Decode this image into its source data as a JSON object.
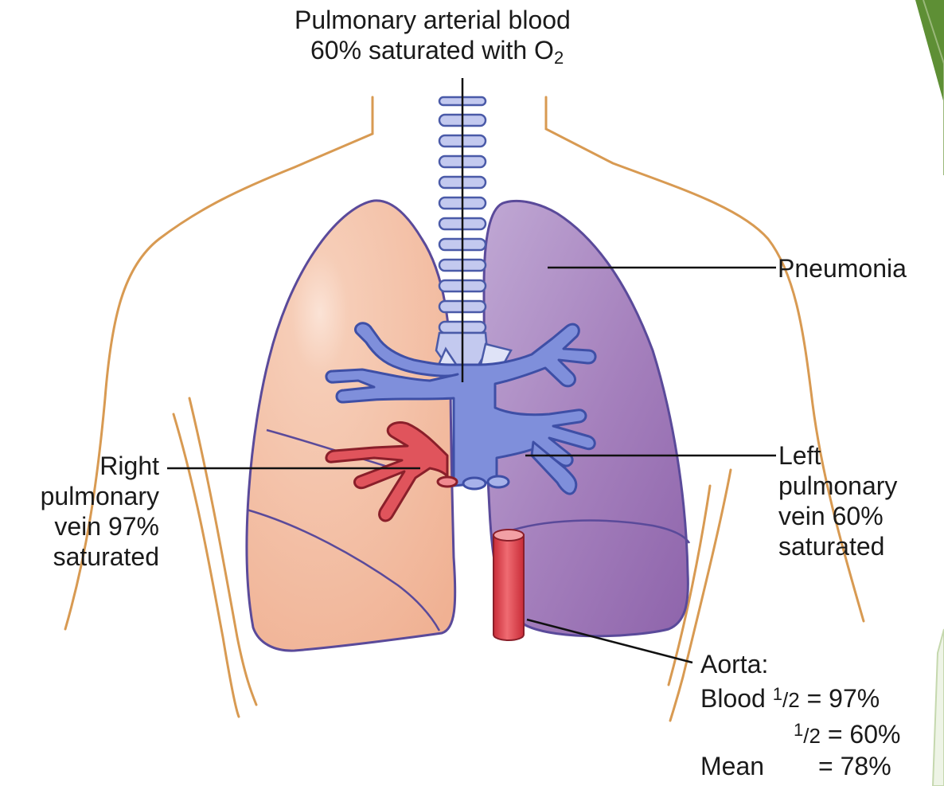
{
  "top_label": {
    "line1": "Pulmonary arterial blood",
    "line2_prefix": "60% saturated with O",
    "line2_sub": "2"
  },
  "pneumonia_label": "Pneumonia",
  "right_vein": [
    "Right",
    "pulmonary",
    "vein 97%",
    "saturated"
  ],
  "left_vein": [
    "Left",
    "pulmonary",
    "vein 60%",
    "saturated"
  ],
  "aorta": {
    "title": "Aorta:",
    "blood_word": "Blood",
    "row1": {
      "num": "1",
      "den": "2",
      "value": " = 97%"
    },
    "row2": {
      "num": "1",
      "den": "2",
      "value": " = 60%"
    },
    "mean_word": "Mean",
    "mean_value": "= 78%"
  },
  "colors": {
    "right_lung": "#f4bfa3",
    "left_lung": "#a67fba",
    "lung_outline": "#5a4a9a",
    "airway": "#7f8fdb",
    "pulmonary_vein": "#e0545c",
    "aorta": "#d93f4a",
    "body_outline": "#d89a52",
    "slide_accent": "#6a9a3f"
  }
}
